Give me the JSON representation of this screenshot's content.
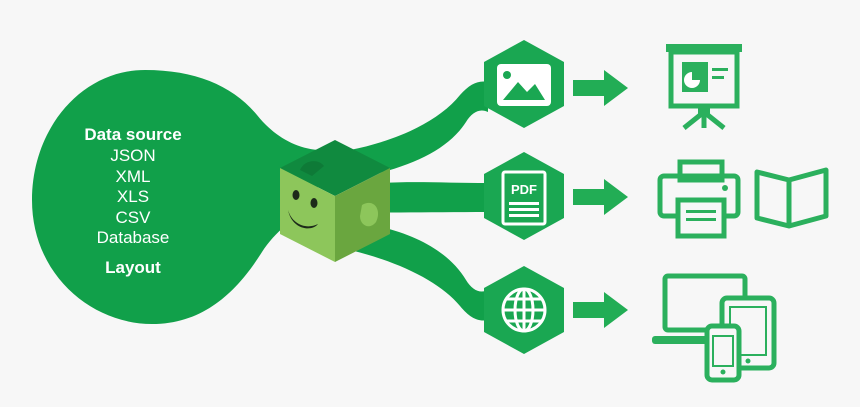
{
  "colors": {
    "background": "#f7f7f7",
    "blob": "#11a04a",
    "hexagon": "#1aa752",
    "arrow": "#22ad55",
    "device_outline": "#2bb05d",
    "cube_top": "#108a3f",
    "cube_left": "#8dc65b",
    "cube_right": "#6aa63f"
  },
  "source": {
    "title": "Data source",
    "items": [
      "JSON",
      "XML",
      "XLS",
      "CSV",
      "Database"
    ],
    "layout": "Layout"
  },
  "outputs": [
    {
      "hex_icon": "image-icon",
      "targets": [
        "presentation-board-icon"
      ]
    },
    {
      "hex_icon": "pdf-document-icon",
      "hex_label": "PDF",
      "targets": [
        "printer-icon",
        "open-book-icon"
      ]
    },
    {
      "hex_icon": "globe-icon",
      "targets": [
        "monitor-icon",
        "tablet-icon",
        "phone-icon"
      ]
    }
  ]
}
